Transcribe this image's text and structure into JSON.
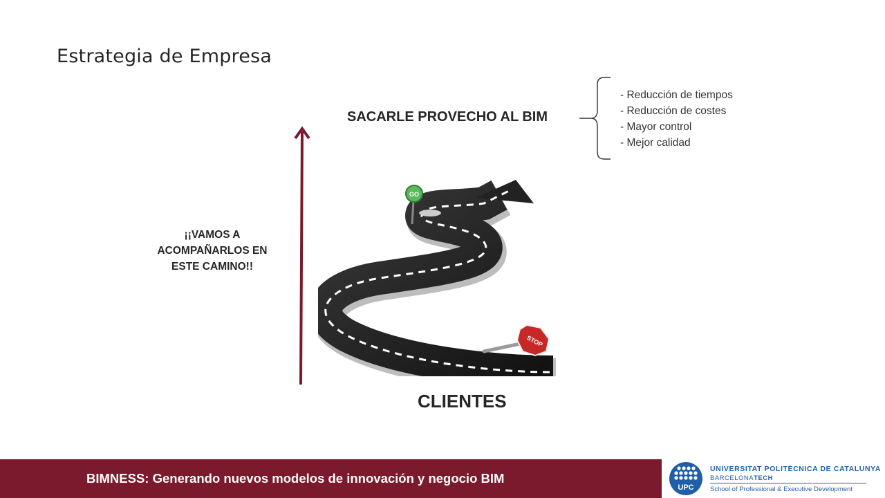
{
  "slide": {
    "title": "Estrategia de Empresa",
    "goal": "SACARLE PROVECHO AL BIM",
    "benefits": [
      "- Reducción de tiempos",
      "- Reducción de costes",
      "- Mayor control",
      "- Mejor calidad"
    ],
    "motto": "¡¡VAMOS A ACOMPAÑARLOS EN ESTE CAMINO!!",
    "base_label": "CLIENTES",
    "road_signs": {
      "go": "GO",
      "stop": "STOP"
    },
    "icons": [
      "road-arrow-illustration",
      "up-arrow-icon",
      "curly-brace",
      "go-sign-icon",
      "stop-sign-icon"
    ]
  },
  "footer": {
    "text": "BIMNESS: Generando nuevos modelos de innovación y negocio BIM",
    "logo": {
      "mark_text": "UPC",
      "line1": "UNIVERSITAT POLITÈCNICA DE CATALUNYA",
      "line2_a": "BARCELONA",
      "line2_b": "TECH",
      "line3": "School of Professional & Executive Development"
    }
  },
  "colors": {
    "accent": "#7b1a2d",
    "text": "#262626",
    "logo_blue": "#1f5fa8"
  }
}
